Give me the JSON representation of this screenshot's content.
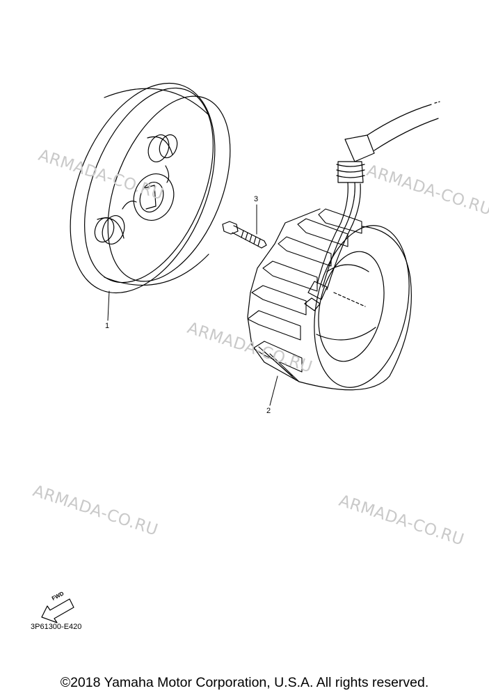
{
  "watermarks": [
    "ARMADA-CO.RU",
    "ARMADA-CO.RU",
    "ARMADA-CO.RU",
    "ARMADA-CO.RU",
    "ARMADA-CO.RU"
  ],
  "callouts": {
    "part1": "1",
    "part2": "2",
    "part3": "3"
  },
  "fwd_label": "FWD",
  "diagram_code": "3P61300-E420",
  "copyright": "©2018 Yamaha Motor Corporation, U.S.A. All rights reserved."
}
